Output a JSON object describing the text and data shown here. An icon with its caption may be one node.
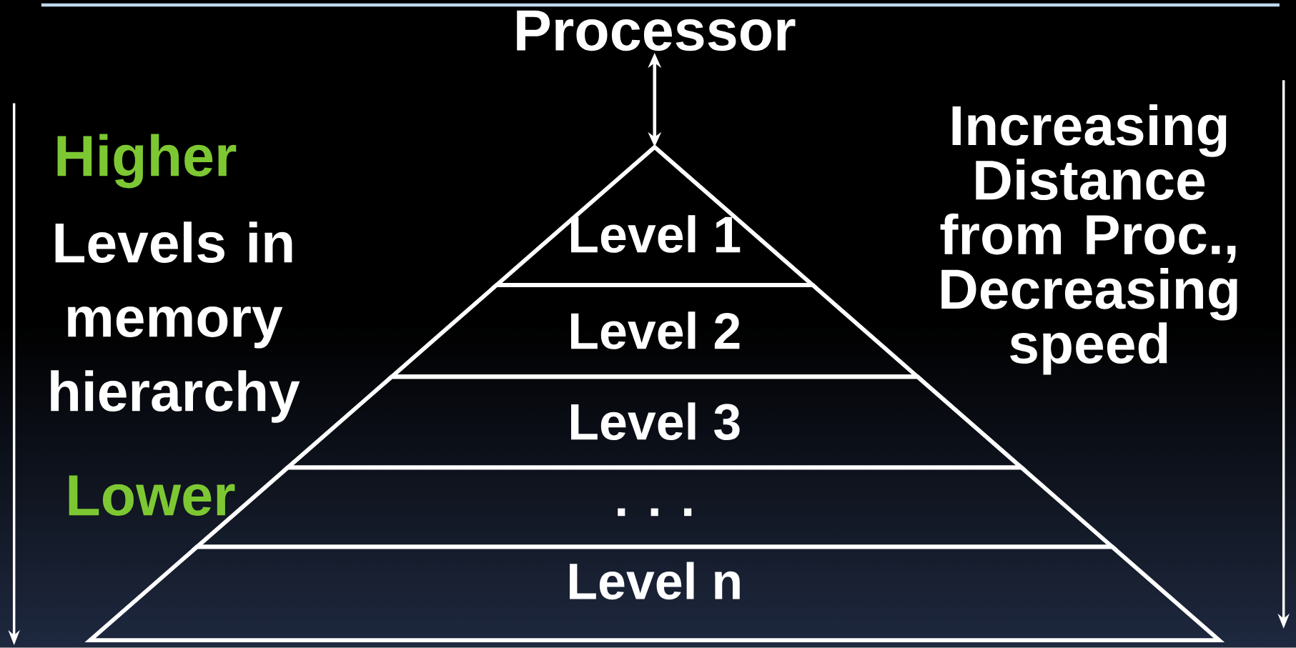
{
  "diagram": {
    "nodes": [
      {
        "text": [
          "Processor"
        ]
      },
      {
        "text": [
          "Level 1"
        ]
      },
      {
        "text": [
          "Level 2"
        ]
      },
      {
        "text": [
          "Level 3"
        ]
      },
      {
        "text": [
          ". . ."
        ]
      },
      {
        "text": [
          "Level n"
        ]
      }
    ],
    "edges": [
      {
        "from": 0,
        "to": 1,
        "arrow": "both"
      }
    ],
    "labels": [
      "Higher",
      "Levels in memory hierarchy",
      "Lower",
      "Increasing Distance from Proc., Decreasing speed"
    ]
  }
}
